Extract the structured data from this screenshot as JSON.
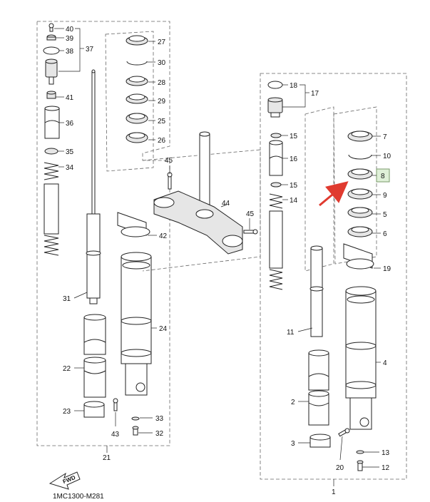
{
  "diagram": {
    "drawing_code": "1MC1300-M281",
    "fwd_label": "FWD",
    "highlight_color": "#dff0d8",
    "arrow_color": "#e03a2f",
    "left_assembly": {
      "number": "21",
      "labels": [
        {
          "num": "40"
        },
        {
          "num": "39"
        },
        {
          "num": "38"
        },
        {
          "num": "37"
        },
        {
          "num": "41"
        },
        {
          "num": "36"
        },
        {
          "num": "35"
        },
        {
          "num": "34"
        },
        {
          "num": "31"
        },
        {
          "num": "22"
        },
        {
          "num": "23"
        },
        {
          "num": "43"
        },
        {
          "num": "33"
        },
        {
          "num": "32"
        },
        {
          "num": "24"
        },
        {
          "num": "42"
        },
        {
          "num": "27"
        },
        {
          "num": "30"
        },
        {
          "num": "28"
        },
        {
          "num": "29"
        },
        {
          "num": "25"
        },
        {
          "num": "26"
        }
      ]
    },
    "center": {
      "labels": [
        {
          "num": "45"
        },
        {
          "num": "44"
        },
        {
          "num": "45"
        }
      ]
    },
    "right_assembly": {
      "number": "1",
      "labels": [
        {
          "num": "18"
        },
        {
          "num": "17"
        },
        {
          "num": "15"
        },
        {
          "num": "16"
        },
        {
          "num": "15"
        },
        {
          "num": "14"
        },
        {
          "num": "11"
        },
        {
          "num": "2"
        },
        {
          "num": "3"
        },
        {
          "num": "20"
        },
        {
          "num": "13"
        },
        {
          "num": "12"
        },
        {
          "num": "4"
        },
        {
          "num": "19"
        },
        {
          "num": "7"
        },
        {
          "num": "10"
        },
        {
          "num": "8"
        },
        {
          "num": "9"
        },
        {
          "num": "5"
        },
        {
          "num": "6"
        }
      ]
    }
  }
}
